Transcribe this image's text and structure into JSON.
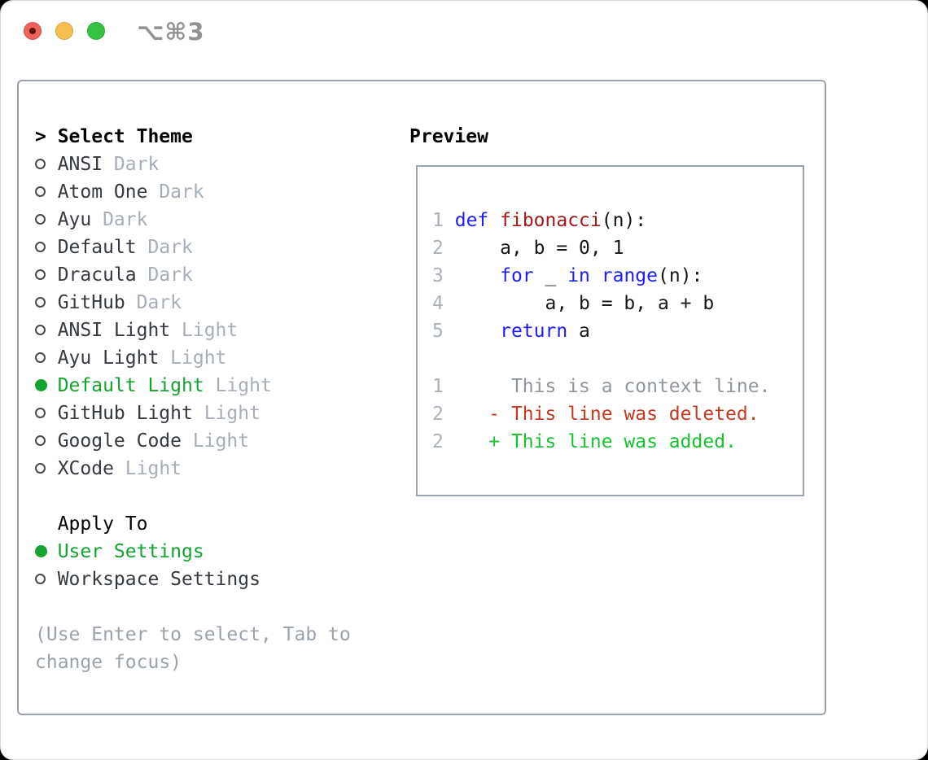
{
  "window": {
    "shortcut_label": "⌥⌘3",
    "traffic_lights": [
      "close",
      "minimize",
      "zoom"
    ]
  },
  "theme_panel": {
    "title_prefix": ">",
    "title": "Select Theme",
    "items": [
      {
        "name": "ANSI",
        "variant": "Dark",
        "selected": false
      },
      {
        "name": "Atom One",
        "variant": "Dark",
        "selected": false
      },
      {
        "name": "Ayu",
        "variant": "Dark",
        "selected": false
      },
      {
        "name": "Default",
        "variant": "Dark",
        "selected": false
      },
      {
        "name": "Dracula",
        "variant": "Dark",
        "selected": false
      },
      {
        "name": "GitHub",
        "variant": "Dark",
        "selected": false
      },
      {
        "name": "ANSI Light",
        "variant": "Light",
        "selected": false
      },
      {
        "name": "Ayu Light",
        "variant": "Light",
        "selected": false
      },
      {
        "name": "Default Light",
        "variant": "Light",
        "selected": true
      },
      {
        "name": "GitHub Light",
        "variant": "Light",
        "selected": false
      },
      {
        "name": "Google Code",
        "variant": "Light",
        "selected": false
      },
      {
        "name": "XCode",
        "variant": "Light",
        "selected": false
      }
    ],
    "apply_to": {
      "title": "Apply To",
      "options": [
        {
          "name": "User Settings",
          "selected": true
        },
        {
          "name": "Workspace Settings",
          "selected": false
        }
      ]
    },
    "help_text": "(Use Enter to select, Tab to change focus)"
  },
  "preview": {
    "title": "Preview",
    "code_lines": [
      {
        "num": "1",
        "segments": [
          {
            "t": " "
          },
          {
            "t": "def",
            "c": "keyword"
          },
          {
            "t": " "
          },
          {
            "t": "fibonacci",
            "c": "function"
          },
          {
            "t": "(n):"
          }
        ]
      },
      {
        "num": "2",
        "segments": [
          {
            "t": "     a, b = 0, 1"
          }
        ]
      },
      {
        "num": "3",
        "segments": [
          {
            "t": "     "
          },
          {
            "t": "for",
            "c": "keyword"
          },
          {
            "t": " _ "
          },
          {
            "t": "in",
            "c": "keyword"
          },
          {
            "t": " "
          },
          {
            "t": "range",
            "c": "keyword"
          },
          {
            "t": "(n):"
          }
        ]
      },
      {
        "num": "4",
        "segments": [
          {
            "t": "         a, b = b, a + b"
          }
        ]
      },
      {
        "num": "5",
        "segments": [
          {
            "t": "     "
          },
          {
            "t": "return",
            "c": "keyword"
          },
          {
            "t": " a"
          }
        ]
      }
    ],
    "diff_lines": [
      {
        "num": "1",
        "marker": " ",
        "text": "This is a context line.",
        "kind": "context"
      },
      {
        "num": "2",
        "marker": "-",
        "text": "This line was deleted.",
        "kind": "deleted"
      },
      {
        "num": "2",
        "marker": "+",
        "text": "This line was added.",
        "kind": "added"
      }
    ]
  },
  "colors": {
    "accent_green": "#14a32f",
    "added_green": "#17c22e",
    "deleted_red": "#c43a20",
    "keyword_blue": "#1c1cff",
    "function_red": "#a51717",
    "muted_gray": "#a6aeb8",
    "context_gray": "#8f969e",
    "border_gray": "#9aa2ad",
    "traffic_red": "#f0615a",
    "traffic_yellow": "#f6bf4f",
    "traffic_green": "#33c340"
  }
}
